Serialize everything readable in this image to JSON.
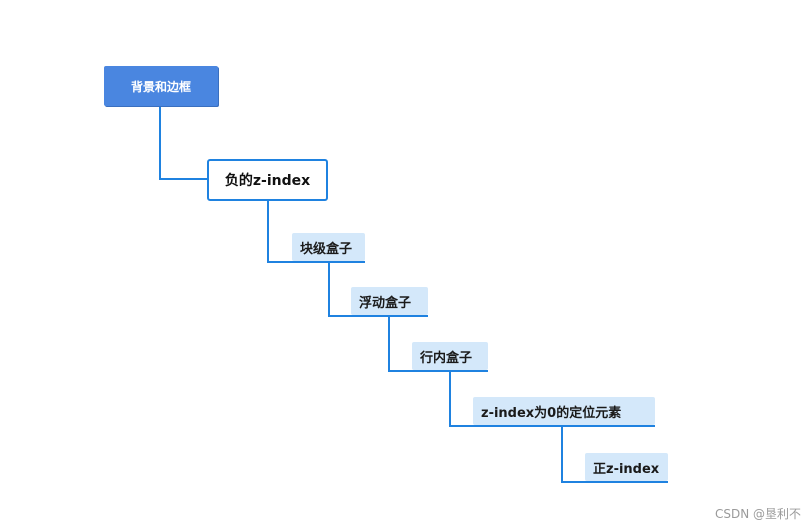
{
  "mindmap": {
    "root": {
      "label": "背景和边框",
      "color": "#4a86e0"
    },
    "level1": {
      "label": "负的z-index"
    },
    "children": [
      {
        "label": "块级盒子"
      },
      {
        "label": "浮动盒子"
      },
      {
        "label": "行内盒子"
      },
      {
        "label": "z-index为0的定位元素"
      },
      {
        "label": "正z-index"
      }
    ],
    "connector_color": "#1f82e0",
    "leaf_fill": "#d4e8fa"
  },
  "watermark": {
    "text": "CSDN @垦利不"
  }
}
